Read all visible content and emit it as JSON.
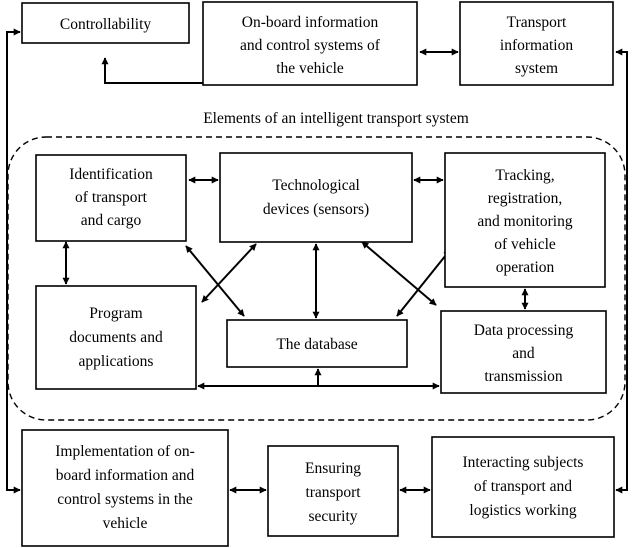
{
  "group_label": "Elements of an intelligent transport system",
  "boxes": {
    "controllability": [
      "Controllability"
    ],
    "onboard_systems": [
      "On-board information",
      "and control systems of",
      "the vehicle"
    ],
    "transport_info": [
      "Transport",
      "information",
      "system"
    ],
    "identification": [
      "Identification",
      "of transport",
      "and cargo"
    ],
    "tech_devices": [
      "Technological",
      "devices (sensors)"
    ],
    "tracking": [
      "Tracking,",
      "registration,",
      "and monitoring",
      "of vehicle",
      "operation"
    ],
    "program_docs": [
      "Program",
      "documents and",
      "applications"
    ],
    "database": [
      "The database"
    ],
    "data_processing": [
      "Data processing",
      "and",
      "transmission"
    ],
    "implementation": [
      "Implementation of on-",
      "board information and",
      "control systems in the",
      "vehicle"
    ],
    "security": [
      "Ensuring",
      "transport",
      "security"
    ],
    "interacting": [
      "Interacting subjects",
      "of transport and",
      "logistics working"
    ]
  }
}
